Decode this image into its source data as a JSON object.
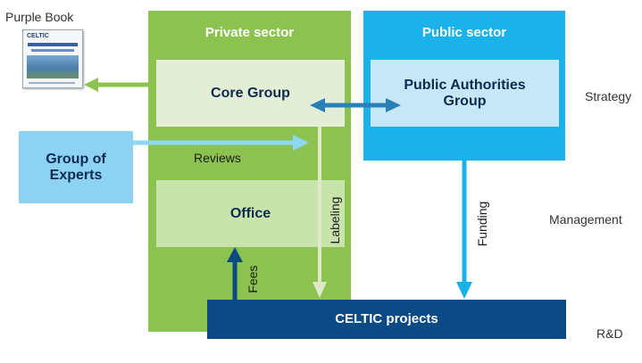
{
  "purple_book": {
    "label": "Purple Book",
    "cover_logo": "CELTIC"
  },
  "private_sector": {
    "title": "Private sector",
    "core_group": "Core Group",
    "office": "Office"
  },
  "public_sector": {
    "title": "Public sector",
    "authorities_group": "Public Authorities Group"
  },
  "group_of_experts": "Group of Experts",
  "celtic_projects": "CELTIC projects",
  "flows": {
    "reviews": "Reviews",
    "labeling": "Labeling",
    "funding": "Funding",
    "fees": "Fees"
  },
  "levels": {
    "strategy": "Strategy",
    "management": "Management",
    "rd": "R&D"
  },
  "colors": {
    "private_sector": "#8cc350",
    "public_sector": "#1ab2e8",
    "core_group": "#e4eed6",
    "office": "#c9e3ad",
    "authorities": "#c6e8f6",
    "experts": "#8dd2f3",
    "celtic_projects": "#0b4a85",
    "arrow_green": "#8cc350",
    "arrow_lightgreen": "#dde9c8",
    "arrow_lightblue": "#8ed6f5",
    "arrow_blue": "#19b3ea",
    "arrow_navy": "#0b4a85",
    "arrow_teal": "#2a7fb5"
  }
}
